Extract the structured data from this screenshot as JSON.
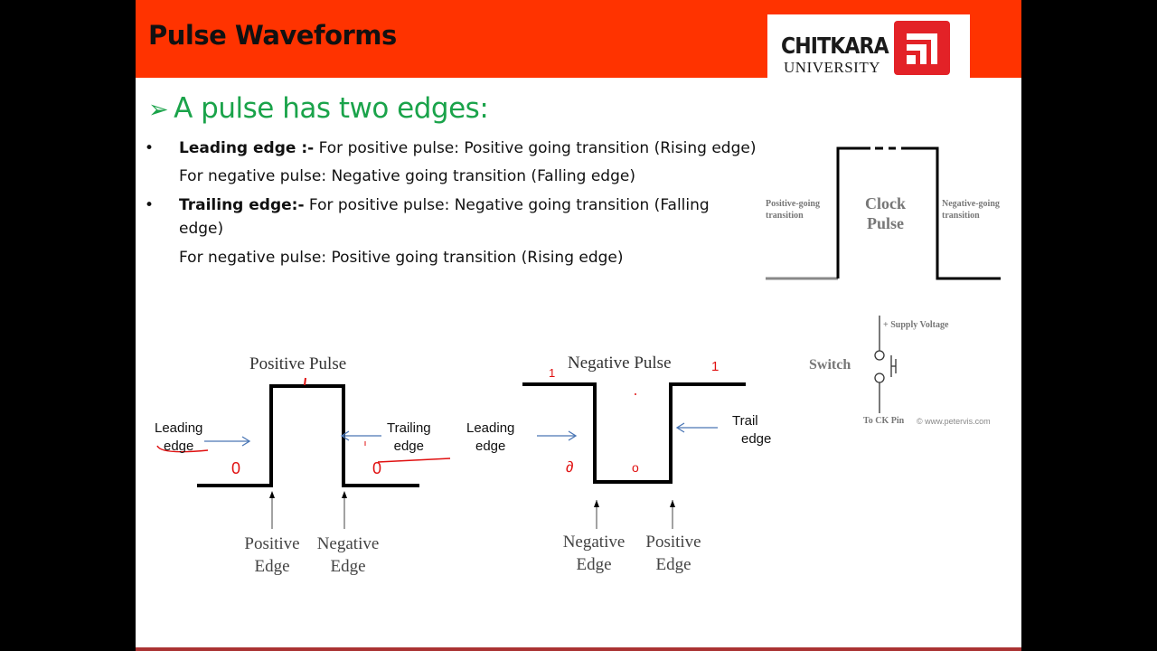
{
  "header": {
    "title": "Pulse Waveforms",
    "background_color": "#ff3300",
    "logo": {
      "name": "CHITKARA",
      "subtitle": "UNIVERSITY",
      "mark_color": "#e32227"
    }
  },
  "heading": {
    "bullet": "➢",
    "text": "A pulse has two edges:",
    "color": "#1aa34a"
  },
  "bullets": [
    {
      "term": "Leading edge :-",
      "text": " For positive pulse: Positive going transition (Rising edge)",
      "sub": "For negative pulse: Negative going transition (Falling edge)"
    },
    {
      "term": "Trailing edge:-",
      "text": " For positive pulse: Negative going transition (Falling",
      "cont": "edge)",
      "sub": "For negative pulse: Positive going transition (Rising edge)"
    }
  ],
  "clock_diagram": {
    "left_label": [
      "Positive-going",
      "transition"
    ],
    "center_label": [
      "Clock",
      "Pulse"
    ],
    "right_label": [
      "Negative-going",
      "transition"
    ]
  },
  "switch_diagram": {
    "label": "Switch",
    "top_label": "+ Supply Voltage",
    "bottom_label": "To CK Pin",
    "credit": "© www.petervis.com"
  },
  "positive_pulse": {
    "title": "Positive Pulse",
    "leading_label": [
      "Leading",
      "edge"
    ],
    "trailing_label": [
      "Trailing",
      "edge"
    ],
    "edge_left": [
      "Positive",
      "Edge"
    ],
    "edge_right": [
      "Negative",
      "Edge"
    ],
    "annotations": [
      "0",
      "0"
    ]
  },
  "negative_pulse": {
    "title": "Negative Pulse",
    "leading_label": [
      "Leading",
      "edge"
    ],
    "trailing_label": [
      "Trail",
      "edge"
    ],
    "edge_left": [
      "Negative",
      "Edge"
    ],
    "edge_right": [
      "Positive",
      "Edge"
    ],
    "annotations": [
      "1",
      "1",
      "∂",
      "o"
    ]
  }
}
